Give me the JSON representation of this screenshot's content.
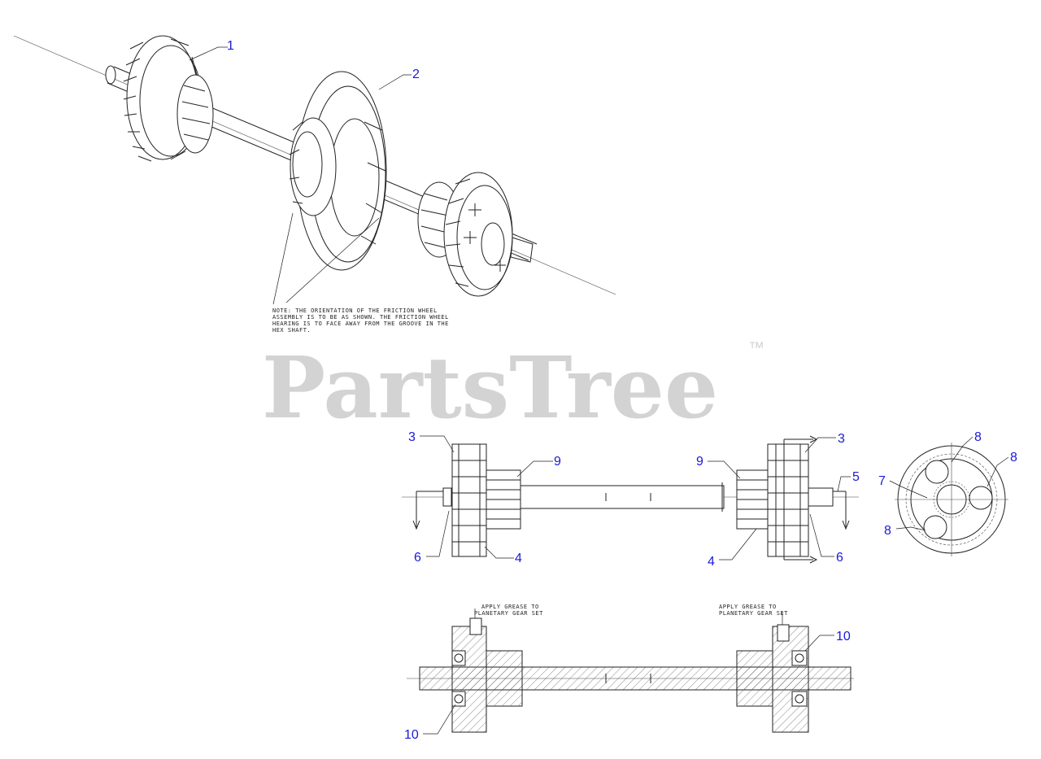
{
  "watermark": {
    "brand": "PartsTree",
    "trademark": "™"
  },
  "notes": {
    "orientation_lines": [
      "NOTE: THE ORIENTATION OF THE FRICTION WHEEL",
      "ASSEMBLY IS TO BE AS SHOWN. THE FRICTION WHEEL",
      "HEARING IS TO FACE AWAY FROM THE GROOVE IN THE",
      "HEX SHAFT."
    ],
    "grease_left_lines": [
      "APPLY GREASE TO",
      "PLANETARY GEAR SET"
    ],
    "grease_right_lines": [
      "APPLY GREASE TO",
      "PLANETARY GEAR SET"
    ]
  },
  "callouts": {
    "iso_1": "1",
    "iso_2": "2",
    "mid_3_left": "3",
    "mid_9_left": "9",
    "mid_6_left": "6",
    "mid_4_left": "4",
    "mid_9_right": "9",
    "mid_3_right": "3",
    "mid_5": "5",
    "mid_4_right": "4",
    "mid_6_right": "6",
    "gear_8_top": "8",
    "gear_8_right": "8",
    "gear_7": "7",
    "gear_8_bottom": "8",
    "sec_10_right": "10",
    "sec_10_left": "10"
  },
  "colors": {
    "callout": "#1a1ad8",
    "line": "#222222",
    "watermark": "#d3d3d3"
  }
}
